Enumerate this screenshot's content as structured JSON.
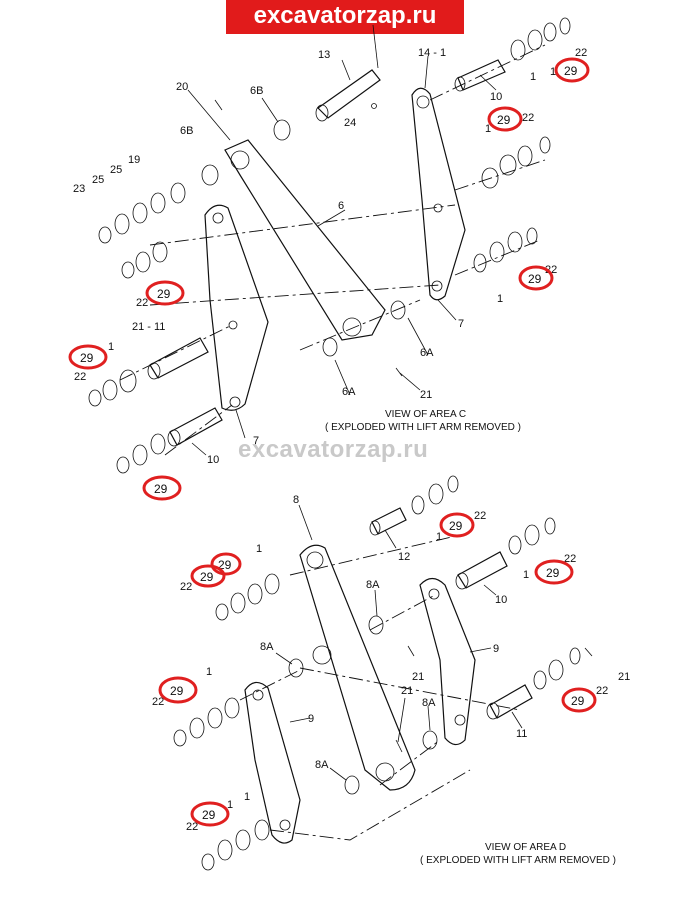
{
  "banner": {
    "text": "excavatorzap.ru",
    "color": "#e11b1b"
  },
  "watermark": {
    "text": "excavatorzap.ru"
  },
  "highlight_color": "#e02020",
  "view_c": {
    "title": "VIEW OF AREA  C",
    "subtitle": "( EXPLODED WITH LIFT ARM REMOVED )"
  },
  "view_d": {
    "title": "VIEW OF AREA  D",
    "subtitle": "( EXPLODED WITH LIFT ARM REMOVED )"
  },
  "labels": {
    "p13": "13",
    "p141": "14 - 1",
    "p20": "20",
    "p6B_a": "6B",
    "p6B_b": "6B",
    "p24": "24",
    "p10_a": "10",
    "p22_a": "22",
    "p1_a": "1",
    "p22_b": "22",
    "p1_b": "1",
    "p23": "23",
    "p25_a": "25",
    "p25_b": "25",
    "p19": "19",
    "p6": "6",
    "p22_c": "22",
    "p1_c": "1",
    "p1_d": "1",
    "p7_a": "7",
    "p2111": "21 - 11",
    "p6A_a": "6A",
    "p6A_b": "6A",
    "p21_a": "21",
    "p1_e": "1",
    "p22_e": "22",
    "p10_b": "10",
    "p7_b": "7",
    "p22_f": "22",
    "p8": "8",
    "p12": "12",
    "p22_g": "22",
    "p1_g": "1",
    "p1_h": "1",
    "p22_h": "22",
    "p1_i": "1",
    "p22_i": "22",
    "p10_c": "10",
    "p8A_a": "8A",
    "p21_b": "21",
    "p9_a": "9",
    "p8A_b": "8A",
    "p1_j": "1",
    "p22_j": "22",
    "p9_b": "9",
    "p21_c": "21",
    "p8A_c": "8A",
    "p11": "11",
    "p22_k": "22",
    "p21_d": "21",
    "p8A_d": "8A",
    "p1_l": "1",
    "p1_m": "1",
    "p22_l": "22"
  },
  "highlighted_29": [
    "29",
    "29",
    "29",
    "29",
    "29",
    "29",
    "29",
    "29",
    "29",
    "29",
    "29",
    "29",
    "29"
  ]
}
